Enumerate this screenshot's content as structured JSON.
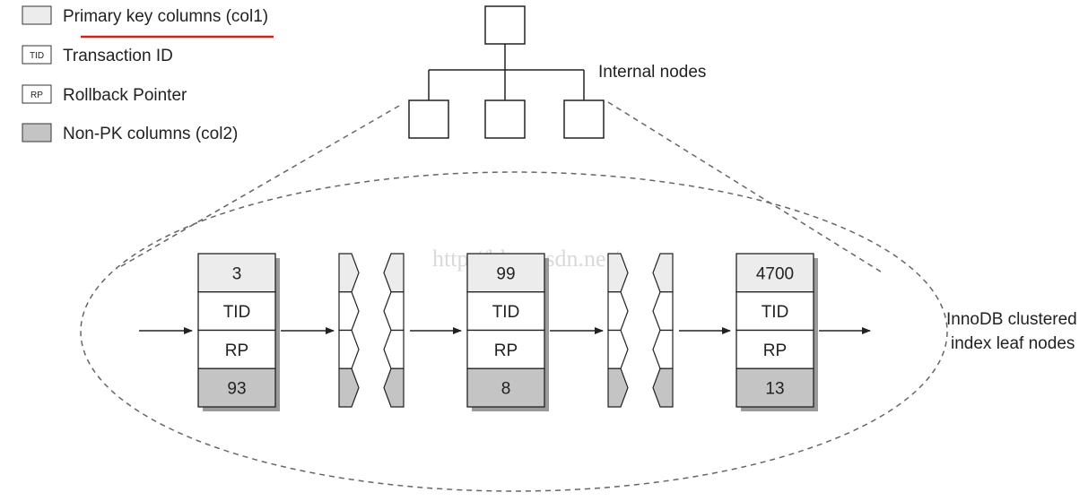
{
  "legend": {
    "primary_key": "Primary key columns (col1)",
    "tid_abbr": "TID",
    "tid": "Transaction ID",
    "rp_abbr": "RP",
    "rp": "Rollback Pointer",
    "non_pk": "Non-PK columns (col2)"
  },
  "internal_nodes_label": "Internal nodes",
  "leaf_nodes_label_line1": "InnoDB clustered",
  "leaf_nodes_label_line2": "index leaf nodes",
  "watermark": "http://blog.csdn.net/",
  "leaf_pages": [
    {
      "pk": "3",
      "tid": "TID",
      "rp": "RP",
      "col2": "93"
    },
    {
      "pk": "99",
      "tid": "TID",
      "rp": "RP",
      "col2": "8"
    },
    {
      "pk": "4700",
      "tid": "TID",
      "rp": "RP",
      "col2": "13"
    }
  ],
  "colors": {
    "pk_fill": "#ececec",
    "non_pk_fill": "#c4c4c4",
    "highlight_underline": "#d22020",
    "stroke": "#222222"
  }
}
